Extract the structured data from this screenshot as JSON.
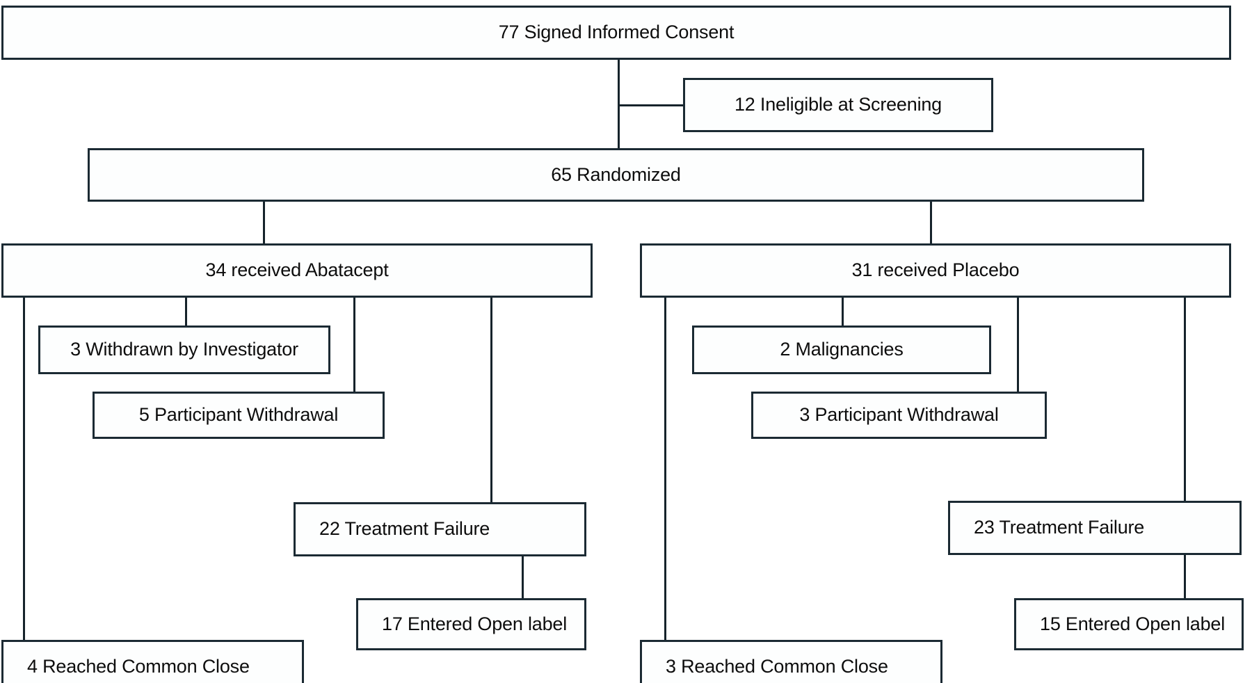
{
  "diagram": {
    "type": "flowchart",
    "title": "CONSORT participant flow diagram",
    "colors": {
      "box_border": "#1b2a33",
      "box_fill": "#fdfefe",
      "connector": "#16232b",
      "text": "#0d0d0d"
    },
    "nodes": {
      "consent": {
        "label": "77 Signed Informed Consent",
        "count": 77
      },
      "ineligible": {
        "label": "12 Ineligible at Screening",
        "count": 12
      },
      "randomized": {
        "label": "65 Randomized",
        "count": 65
      },
      "abatacept_arm": {
        "label": "34 received Abatacept",
        "count": 34
      },
      "placebo_arm": {
        "label": "31 received Placebo",
        "count": 31
      },
      "aba_withdrawn_investigator": {
        "label": "3 Withdrawn by Investigator",
        "count": 3
      },
      "aba_participant_withdrawal": {
        "label": "5 Participant Withdrawal",
        "count": 5
      },
      "aba_treatment_failure": {
        "label": "22 Treatment Failure",
        "count": 22
      },
      "aba_open_label": {
        "label": "17 Entered Open label",
        "count": 17
      },
      "aba_common_close": {
        "label": "4 Reached Common Close",
        "count": 4
      },
      "pbo_malignancies": {
        "label": "2 Malignancies",
        "count": 2
      },
      "pbo_participant_withdrawal": {
        "label": "3 Participant Withdrawal",
        "count": 3
      },
      "pbo_treatment_failure": {
        "label": "23 Treatment Failure",
        "count": 23
      },
      "pbo_open_label": {
        "label": "15 Entered Open label",
        "count": 15
      },
      "pbo_common_close": {
        "label": "3 Reached Common Close",
        "count": 3
      }
    },
    "flow": [
      {
        "from": "consent",
        "to": "ineligible"
      },
      {
        "from": "consent",
        "to": "randomized"
      },
      {
        "from": "randomized",
        "to": "abatacept_arm"
      },
      {
        "from": "randomized",
        "to": "placebo_arm"
      },
      {
        "from": "abatacept_arm",
        "to": "aba_withdrawn_investigator"
      },
      {
        "from": "abatacept_arm",
        "to": "aba_participant_withdrawal"
      },
      {
        "from": "abatacept_arm",
        "to": "aba_treatment_failure"
      },
      {
        "from": "abatacept_arm",
        "to": "aba_common_close"
      },
      {
        "from": "aba_treatment_failure",
        "to": "aba_open_label"
      },
      {
        "from": "placebo_arm",
        "to": "pbo_malignancies"
      },
      {
        "from": "placebo_arm",
        "to": "pbo_participant_withdrawal"
      },
      {
        "from": "placebo_arm",
        "to": "pbo_treatment_failure"
      },
      {
        "from": "placebo_arm",
        "to": "pbo_common_close"
      },
      {
        "from": "pbo_treatment_failure",
        "to": "pbo_open_label"
      }
    ]
  }
}
